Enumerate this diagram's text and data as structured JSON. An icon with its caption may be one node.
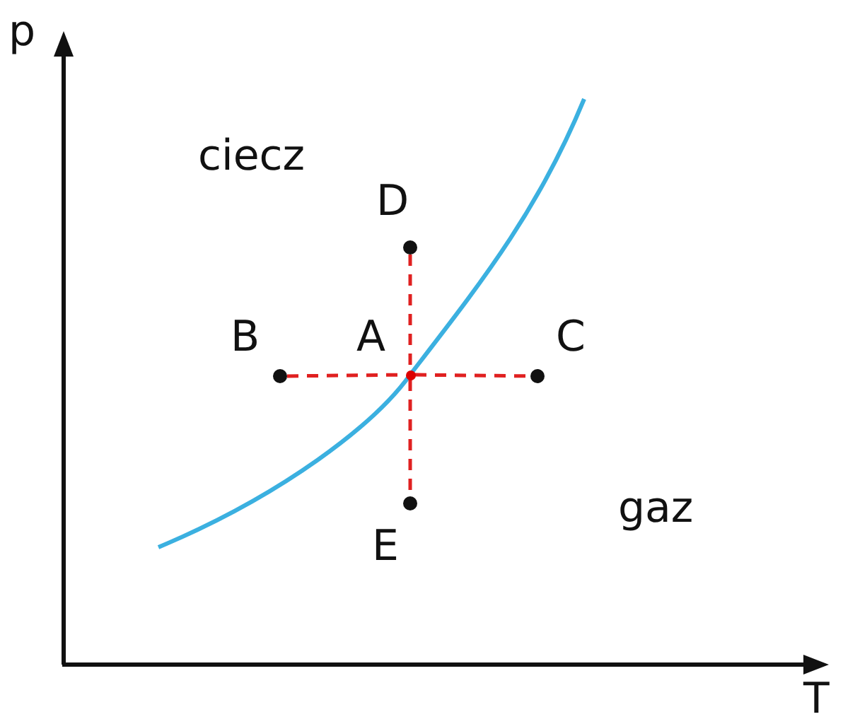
{
  "diagram": {
    "nodes": [
      {
        "text": [],
        "shape": "circle",
        "beside": [
          "D"
        ]
      },
      {
        "text": [],
        "shape": "circle",
        "beside": [
          "B"
        ]
      },
      {
        "text": [],
        "shape": "circle",
        "beside": [
          "A"
        ]
      },
      {
        "text": [],
        "shape": "circle",
        "beside": [
          "C"
        ]
      },
      {
        "text": [],
        "shape": "circle",
        "beside": [
          "E"
        ]
      }
    ],
    "edges": [
      {
        "from": 0,
        "to": 2,
        "arrow": "none",
        "style": "dashed"
      },
      {
        "from": 1,
        "to": 2,
        "arrow": "none",
        "style": "dashed"
      },
      {
        "from": 2,
        "to": 3,
        "arrow": "none",
        "style": "dashed"
      },
      {
        "from": 2,
        "to": 4,
        "arrow": "none",
        "style": "dashed"
      }
    ],
    "labels": [
      "p",
      "ciecz",
      "gaz",
      "T"
    ]
  }
}
